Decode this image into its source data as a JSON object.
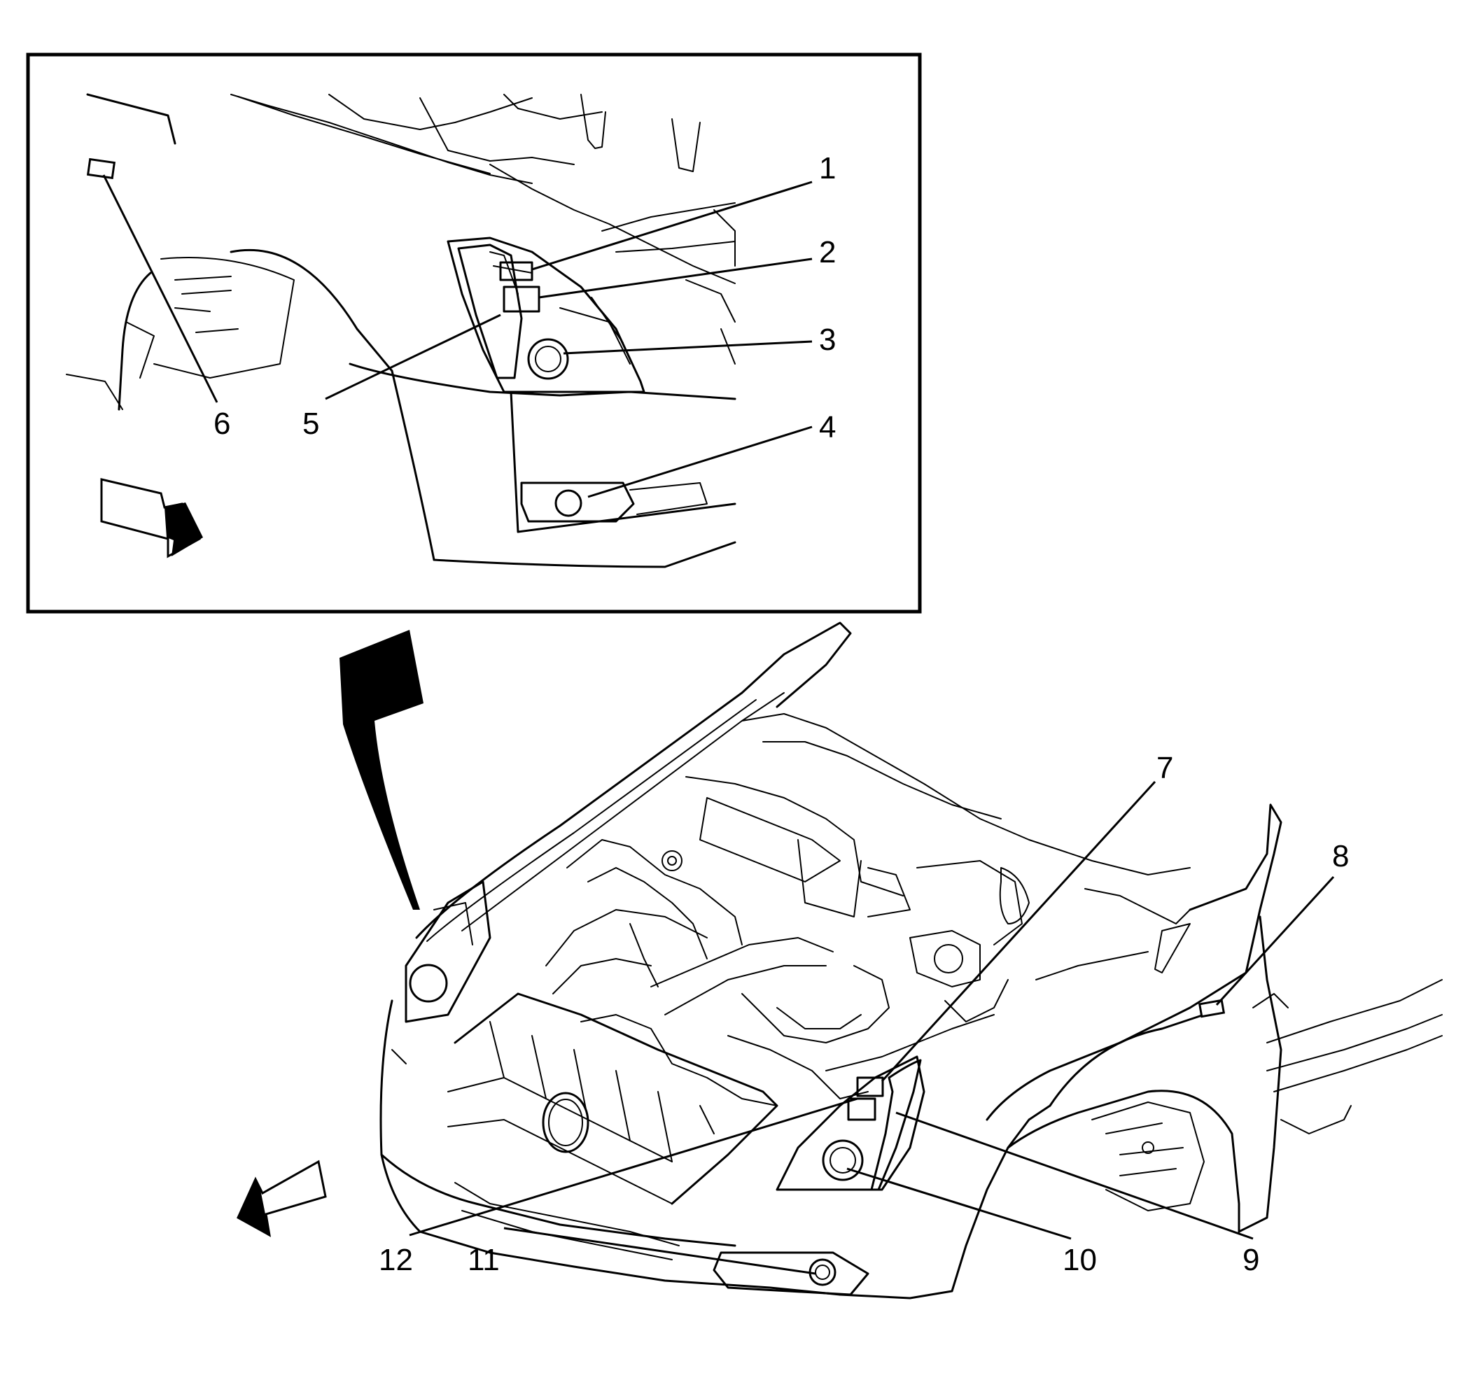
{
  "callouts": [
    {
      "id": "1",
      "text": "1"
    },
    {
      "id": "2",
      "text": "2"
    },
    {
      "id": "3",
      "text": "3"
    },
    {
      "id": "4",
      "text": "4"
    },
    {
      "id": "5",
      "text": "5"
    },
    {
      "id": "6",
      "text": "6"
    },
    {
      "id": "7",
      "text": "7"
    },
    {
      "id": "8",
      "text": "8"
    },
    {
      "id": "9",
      "text": "9"
    },
    {
      "id": "10",
      "text": "10"
    },
    {
      "id": "11",
      "text": "11"
    },
    {
      "id": "12",
      "text": "12"
    }
  ],
  "colors": {
    "line": "#000000",
    "background": "#ffffff"
  },
  "icons": [
    "forward-direction-arrow-icon",
    "forward-direction-arrow-icon",
    "detail-view-curved-arrow-icon"
  ]
}
